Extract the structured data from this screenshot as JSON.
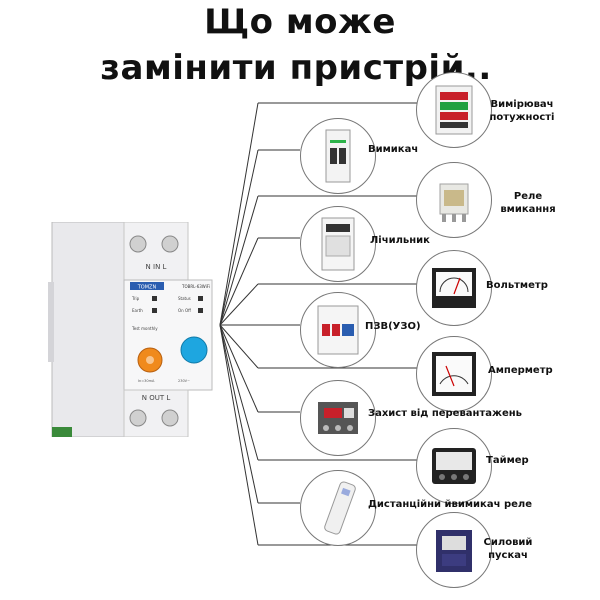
{
  "title": {
    "line1": "Що може",
    "line2": "замінити пристрій.."
  },
  "device": {
    "brand": "TOMZN",
    "model": "TOBRL-63WiFi",
    "in_label": "N  IN  L",
    "out_label": "N  OUT  L",
    "lines": [
      "Trip",
      "Earth",
      "Test monthly",
      "Status",
      "On Off"
    ]
  },
  "items": [
    {
      "id": "power-meter",
      "label": "Вимірювач потужності",
      "icon": "power-meter-icon"
    },
    {
      "id": "breaker",
      "label": "Вимикач",
      "icon": "breaker-icon"
    },
    {
      "id": "relay",
      "label": "Реле вмикання",
      "icon": "relay-icon"
    },
    {
      "id": "counter",
      "label": "Лічильник",
      "icon": "electricity-meter-icon"
    },
    {
      "id": "voltmeter",
      "label": "Вольтметр",
      "icon": "voltmeter-icon"
    },
    {
      "id": "rcd",
      "label": "ПЗВ(УЗО)",
      "icon": "rcd-icon"
    },
    {
      "id": "ammeter",
      "label": "Амперметр",
      "icon": "ammeter-icon"
    },
    {
      "id": "overload",
      "label": "Захист  від перевантажень",
      "icon": "overload-relay-icon"
    },
    {
      "id": "timer",
      "label": "Таймер",
      "icon": "timer-icon"
    },
    {
      "id": "remote",
      "label": "Дистанційни йвимикач реле",
      "icon": "remote-icon"
    },
    {
      "id": "contactor",
      "label": "Силовий пускач",
      "icon": "contactor-icon"
    }
  ]
}
